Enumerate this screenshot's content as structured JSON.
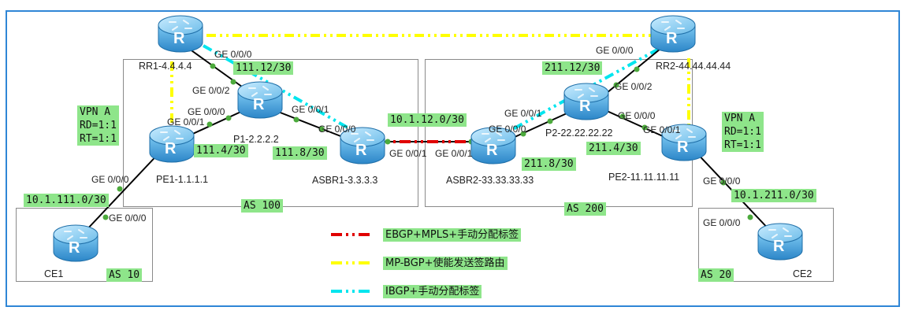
{
  "routers": {
    "rr1": {
      "name": "RR1-4.4.4.4"
    },
    "rr2": {
      "name": "RR2-44.44.44.44"
    },
    "p1": {
      "name": "P1-2.2.2.2"
    },
    "p2": {
      "name": "P2-22.22.22.22"
    },
    "pe1": {
      "name": "PE1-1.1.1.1"
    },
    "pe2": {
      "name": "PE2-11.11.11.11"
    },
    "asbr1": {
      "name": "ASBR1-3.3.3.3"
    },
    "asbr2": {
      "name": "ASBR2-33.33.33.33"
    },
    "ce1": {
      "name": "CE1"
    },
    "ce2": {
      "name": "CE2"
    },
    "icon_letter": "R"
  },
  "interfaces": {
    "rr1_ge000": "GE 0/0/0",
    "p1_ge002": "GE 0/0/2",
    "p1_ge000": "GE 0/0/0",
    "p1_ge001": "GE 0/0/1",
    "pe1_ge001": "GE 0/0/1",
    "pe1_ge000": "GE 0/0/0",
    "ce1_ge000": "GE 0/0/0",
    "asbr1_ge000": "GE 0/0/0",
    "asbr1_ge001": "GE 0/0/1",
    "asbr2_ge001": "GE 0/0/1",
    "asbr2_ge000": "GE 0/0/0",
    "p2_ge001": "GE 0/0/1",
    "p2_ge002": "GE 0/0/2",
    "p2_ge000": "GE 0/0/0",
    "rr2_ge000": "GE 0/0/0",
    "pe2_ge001": "GE 0/0/1",
    "pe2_ge000": "GE 0/0/0",
    "ce2_ge000": "GE 0/0/0"
  },
  "subnets": {
    "rr1_p1": "111.12/30",
    "pe1_p1": "111.4/30",
    "p1_asbr1": "111.8/30",
    "asbr_link": "10.1.12.0/30",
    "rr2_p2": "211.12/30",
    "p2_asbr2": "211.8/30",
    "p2_pe2": "211.4/30",
    "pe1_ce1": "10.1.111.0/30",
    "pe2_ce2": "10.1.211.0/30"
  },
  "areas": {
    "as100": "AS 100",
    "as200": "AS 200",
    "as10": "AS 10",
    "as20": "AS 20"
  },
  "vpn_left": {
    "name": "VPN A",
    "rd": "RD=1:1",
    "rt": "RT=1:1"
  },
  "vpn_right": {
    "name": "VPN A",
    "rd": "RD=1:1",
    "rt": "RT=1:1"
  },
  "legend": [
    {
      "label": "EBGP+MPLS+手动分配标签",
      "color": "#e00000"
    },
    {
      "label": "MP-BGP+使能发送签路由",
      "color": "#ffff00"
    },
    {
      "label": "IBGP+手动分配标签",
      "color": "#00e5ee"
    }
  ],
  "colors": {
    "frame": "#2f86d6",
    "label_bg": "#8ee58a",
    "physical_link": "#000000",
    "port_dot": "#4caa3c",
    "router_body": "#3a9ad8"
  }
}
